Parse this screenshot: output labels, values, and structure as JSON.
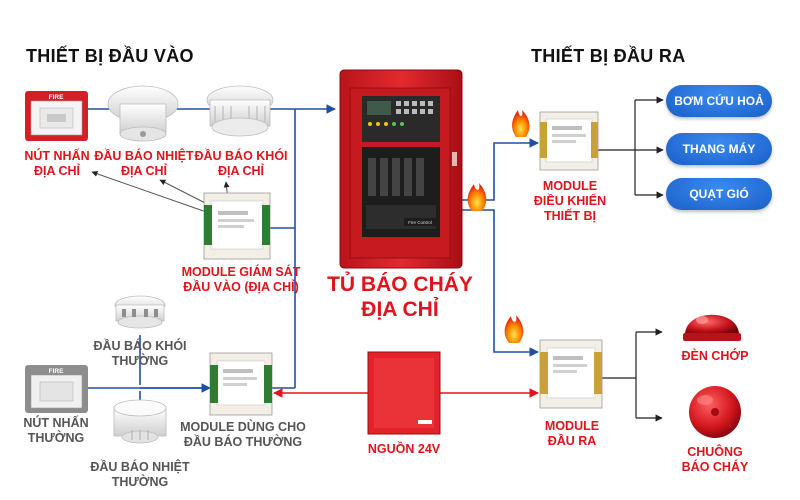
{
  "headings": {
    "input_devices": "THIẾT BỊ ĐẦU VÀO",
    "output_devices": "THIẾT BỊ ĐẦU RA"
  },
  "panel": {
    "label_line1": "TỦ BÁO CHÁY",
    "label_line2": "ĐỊA CHỈ",
    "small_text": "Fire Control",
    "fire_text": "FIRE"
  },
  "inputs": {
    "addr_call_point": [
      "NÚT NHẤN",
      "ĐỊA CHỈ"
    ],
    "addr_heat": [
      "ĐẦU BÁO NHIỆT",
      "ĐỊA CHỈ"
    ],
    "addr_smoke": [
      "ĐẦU BÁO KHÓI",
      "ĐỊA CHỈ"
    ],
    "monitor_module": [
      "MODULE GIÁM SÁT",
      "ĐẦU VÀO (ĐỊA CHỈ)"
    ],
    "conv_smoke": [
      "ĐẦU BÁO KHÓI",
      "THƯỜNG"
    ],
    "conv_call_point": [
      "NÚT NHẤN",
      "THƯỜNG"
    ],
    "conv_module": [
      "MODULE DÙNG CHO",
      "ĐẦU BÁO THƯỜNG"
    ],
    "conv_heat": [
      "ĐẦU BÁO NHIỆT",
      "THƯỜNG"
    ]
  },
  "outputs": {
    "control_module": [
      "MODULE",
      "ĐIỀU KHIỂN",
      "THIẾT BỊ"
    ],
    "targets": [
      "BƠM CỨU HOẢ",
      "THANG MÁY",
      "QUẠT GIÓ"
    ],
    "output_module": [
      "MODULE",
      "ĐẦU RA"
    ],
    "strobe": "ĐÈN CHỚP",
    "bell": [
      "CHUÔNG",
      "BÁO CHÁY"
    ]
  },
  "power": {
    "label": "NGUỒN 24V"
  },
  "colors": {
    "accent_red": "#e0141c",
    "line_blue": "#1e4fa3",
    "pill_blue": "#2a7be4",
    "panel_red": "#d62026"
  }
}
